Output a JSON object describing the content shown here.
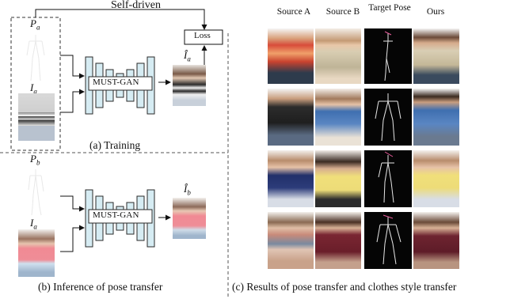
{
  "figure": {
    "self_driven_label": "Self-driven",
    "loss_label": "Loss",
    "network_label": "MUST-GAN",
    "training": {
      "caption": "(a) Training",
      "pose_label": "P",
      "pose_sub": "a",
      "image_label": "I",
      "image_sub": "a",
      "output_label": "Î",
      "output_sub": "a"
    },
    "inference": {
      "caption": "(b) Inference of pose transfer",
      "pose_label": "P",
      "pose_sub": "b",
      "image_label": "I",
      "image_sub": "a",
      "output_label": "Î",
      "output_sub": "b"
    },
    "results": {
      "caption": "(c) Results of pose transfer and clothes style transfer",
      "columns": [
        "Source A",
        "Source B",
        "Target Pose",
        "Ours"
      ]
    }
  },
  "colors": {
    "network_fill": "#d6ecf3",
    "network_stroke": "#2a2a2a",
    "pose_bg": "#050505"
  }
}
